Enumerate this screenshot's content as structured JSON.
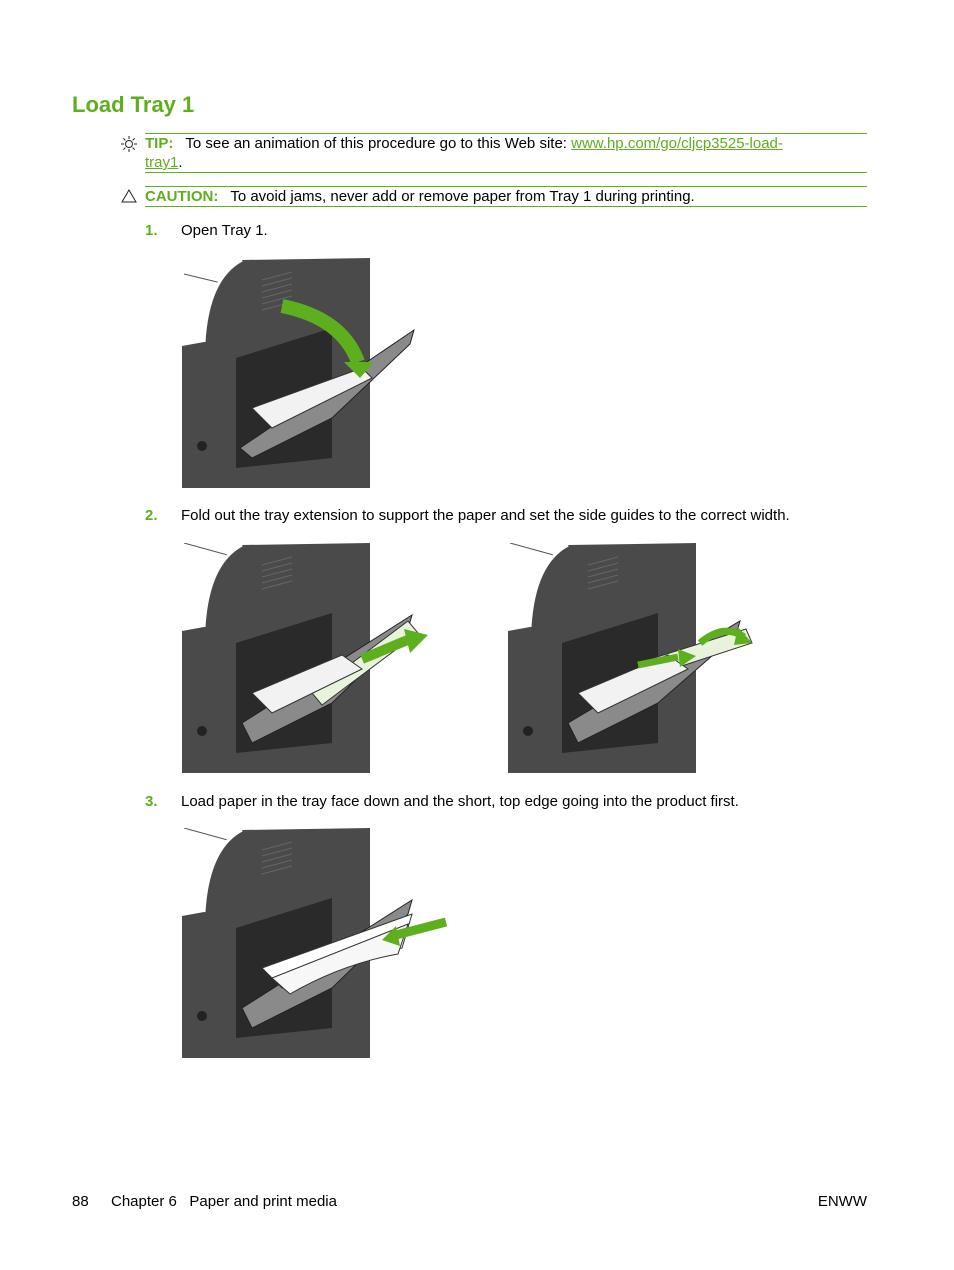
{
  "heading": "Load Tray 1",
  "tip": {
    "label": "TIP:",
    "text": "To see an animation of this procedure go to this Web site:",
    "link_line1": "www.hp.com/go/cljcp3525-load-",
    "link_line2": "tray1",
    "after_link": "."
  },
  "caution": {
    "label": "CAUTION:",
    "text": "To avoid jams, never add or remove paper from Tray 1 during printing."
  },
  "steps": [
    {
      "num": "1.",
      "text": "Open Tray 1."
    },
    {
      "num": "2.",
      "text": "Fold out the tray extension to support the paper and set the side guides to the correct width."
    },
    {
      "num": "3.",
      "text": "Load paper in the tray face down and the short, top edge going into the product first."
    }
  ],
  "footer": {
    "page_number": "88",
    "chapter": "Chapter 6   Paper and print media",
    "right": "ENWW"
  },
  "colors": {
    "accent": "#5eaf1e",
    "printer_body": "#4a4a4a",
    "printer_dark": "#2e2e2e",
    "paper_tint": "#e8f3dc"
  }
}
